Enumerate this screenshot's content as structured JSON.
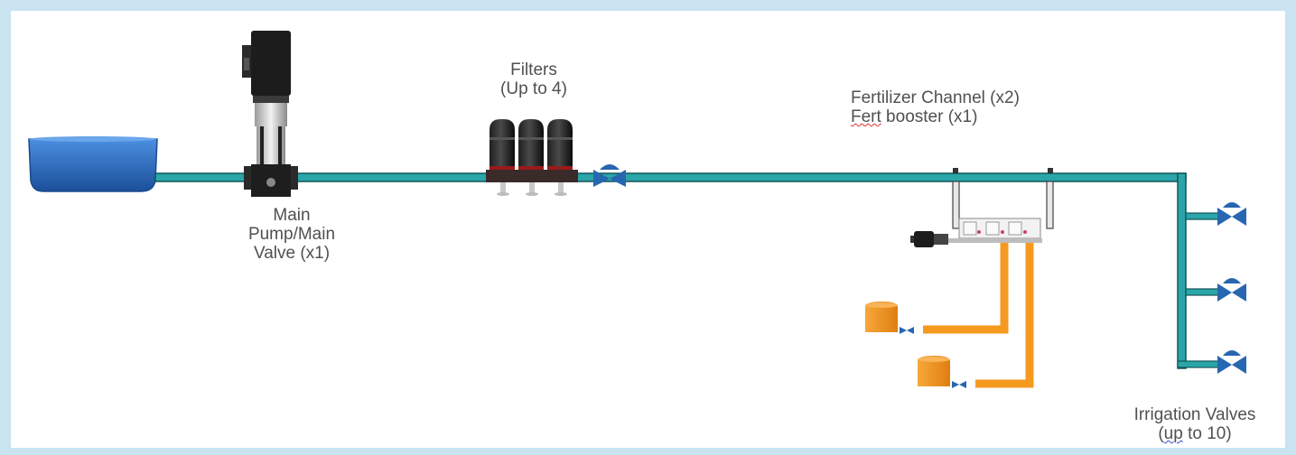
{
  "labels": {
    "pump": {
      "line1": "Main",
      "line2": "Pump/Main",
      "line3": "Valve (x1)"
    },
    "filters": {
      "line1": "Filters",
      "line2": "(Up to 4)"
    },
    "fertilizer": {
      "line1": "Fertilizer Channel (x2)",
      "line2_word": "Fert",
      "line2_rest": " booster (x1)"
    },
    "irrigation": {
      "line1": "Irrigation Valves",
      "line2_pre": "(",
      "line2_word": "up",
      "line2_rest": " to 10)"
    }
  },
  "colors": {
    "frame_border": "#c9e3f1",
    "main_pipe": "#2aa6a8",
    "pipe_outline": "#11555c",
    "fertilizer_pipe": "#f59a1f",
    "valve": "#2766b0",
    "tank": "#2f6dc0",
    "fertilizer_tank": "#f5901e",
    "text": "#505050"
  },
  "icons": {
    "pump": "vertical-multistage-pump-icon",
    "filter": "disc-filter-icon",
    "valve": "butterfly-valve-icon",
    "tank": "water-reservoir-icon",
    "fertilizer_tank": "fertilizer-tank-icon",
    "booster": "fert-booster-motor-icon"
  }
}
